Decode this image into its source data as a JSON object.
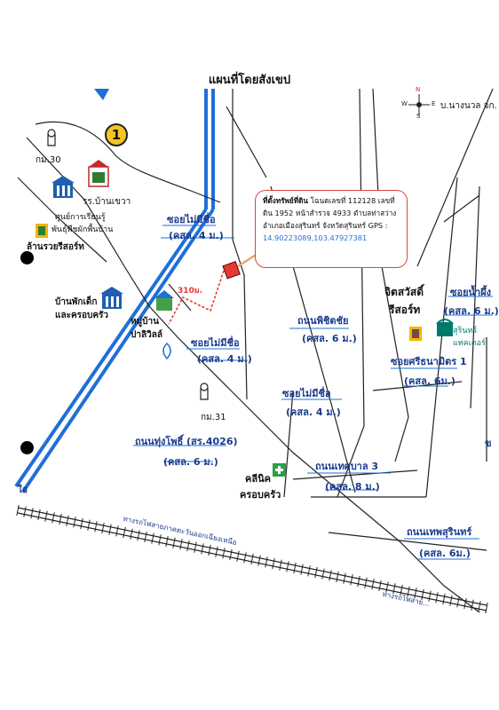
{
  "title": "แผนที่โดยสังเขป",
  "corner_text": "บ.นางนวล จก.",
  "compass": {
    "n": "N",
    "s": "S",
    "e": "E",
    "w": "W"
  },
  "marker_number": "1",
  "distance_label": "310ม.",
  "callout": {
    "line1_bold": "ที่ตั้งทรัพย์ที่ดิน",
    "line1_rest": " โฉนดเลขที่ 112128 เลขที่",
    "line2": "ดิน 1952 หน้าสำรวจ 4933 ตำบลท่าสว่าง",
    "line3": "อำเภอเมืองสุรินทร์ จังหวัดสุรินทร์ GPS :",
    "gps": "14.90223089,103.47927381"
  },
  "roads": [
    {
      "name": "ซอยไม่มีชื่อ",
      "width": "(คสล. 4 ม.)"
    },
    {
      "name": "ซอยไม่มีชื่อ",
      "width": "(คสล. 4 ม.)"
    },
    {
      "name": "ถนนพิชิตชัย",
      "width": "(คสล. 6 ม.)"
    },
    {
      "name": "ซอยไม่มีชื่อ",
      "width": "(คสล. 4 ม.)"
    },
    {
      "name": "ถนนทุ่งโพธิ์ (สร.4026)",
      "width": "(คสล. 6 ม.)"
    },
    {
      "name": "ถนนเทศบาล 3",
      "width": "(คสล. 8 ม.)"
    },
    {
      "name": "ซอยศรีธนามิตร 1",
      "width": "(คสล. 6ม.)"
    },
    {
      "name": "ซอยน้ำผึ้ง",
      "width": "(คสล. 6 ม.)"
    },
    {
      "name": "ถนนเทพสุรินทร์",
      "width": "(คสล. 6ม.)"
    }
  ],
  "places": {
    "km30": "กม.30",
    "school": "รร.บ้านเขวา",
    "learning1": "ศูนย์การเรียนรู้",
    "learning2": "พันธุ์พืชผักพื้นบ้าน",
    "resort1": "ล้านรวยรีสอร์ท",
    "childcare1": "บ้านพักเด็ก",
    "childcare2": "และครอบครัว",
    "village1": "หมู่บ้าน",
    "village2": "ปาลิวิลล์",
    "km31": "กม.31",
    "clinic1": "คลีนิค",
    "clinic2": "ครอบครัว",
    "resort2a": "จิตสวัสดิ์",
    "resort2b": "รีสอร์ท",
    "surin1": "สุรินทร์",
    "surin2": "แทคเตอร์",
    "left_edge": "ใอ",
    "right_edge": "ข"
  },
  "railway": {
    "label1": "ทางรถไฟสายภาคตะวันออกเฉียงเหนือ",
    "label2": "ทางรถไฟสาย..."
  }
}
